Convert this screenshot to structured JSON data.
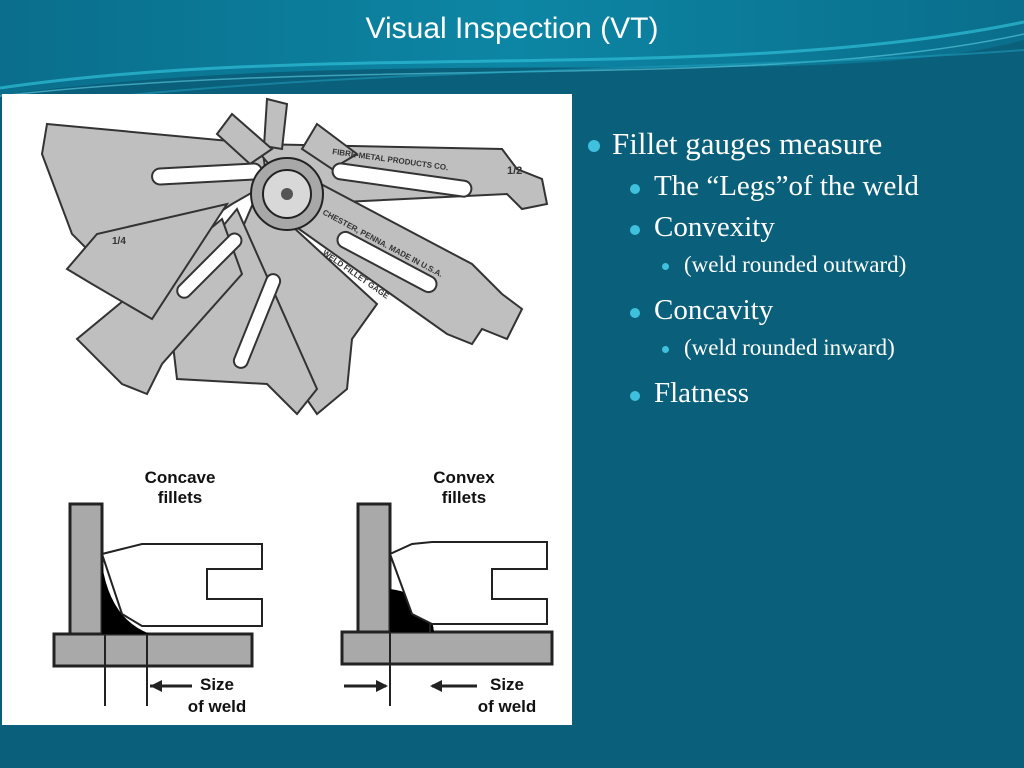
{
  "slide": {
    "title": "Visual Inspection (VT)"
  },
  "figure": {
    "gauge_stamp_brand": "FIBRE-METAL PRODUCTS CO.",
    "gauge_stamp_city": "CHESTER, PENNA. MADE IN U.S.A.",
    "gauge_stamp_name": "WELD FILLET GAGE",
    "gauge_fraction_a": "1/2",
    "gauge_fraction_b": "1/4",
    "concave_label_1": "Concave",
    "concave_label_2": "fillets",
    "convex_label_1": "Convex",
    "convex_label_2": "fillets",
    "size_label_1": "Size",
    "size_label_2": "of weld"
  },
  "bullets": [
    {
      "level": 1,
      "text": "Fillet gauges measure"
    },
    {
      "level": 2,
      "text": "The “Legs”of the weld"
    },
    {
      "level": 2,
      "text": "Convexity"
    },
    {
      "level": 3,
      "text": "(weld rounded outward)"
    },
    {
      "level": 2,
      "text": "Concavity"
    },
    {
      "level": 3,
      "text": "(weld rounded inward)"
    },
    {
      "level": 2,
      "text": "Flatness"
    }
  ],
  "colors": {
    "background": "#0a5f7a",
    "header_band": "#0b7f9c",
    "bullet_marker": "#3fc1dd",
    "figure_bg": "#ffffff"
  }
}
